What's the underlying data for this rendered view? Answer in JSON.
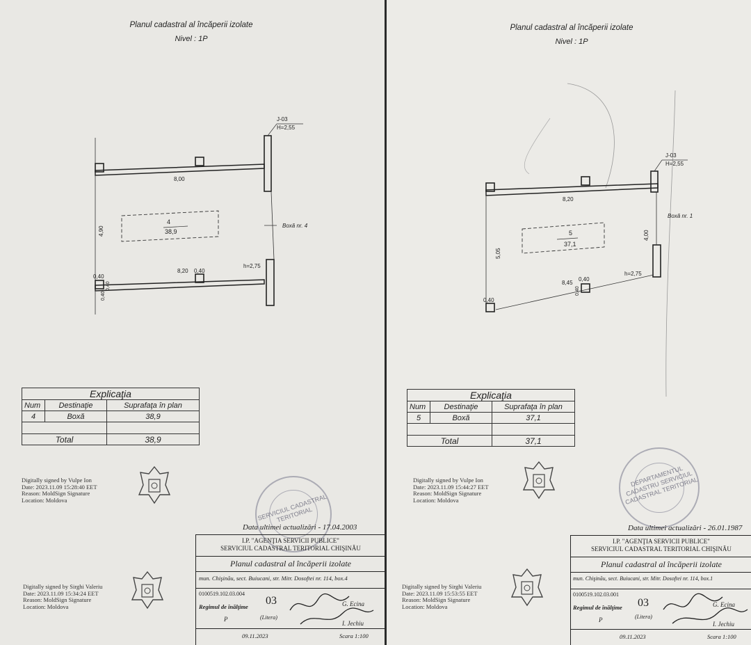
{
  "left": {
    "title": "Planul cadastral al încăperii izolate",
    "level": "Nivel : 1P",
    "plan": {
      "height_mark_1": "J-03",
      "height_mark_2": "H=2,55",
      "top_width": "8,00",
      "bottom_width": "8,20",
      "side_length": "4,90",
      "room_number": "4",
      "room_area": "38,9",
      "box_label": "Boxă nr. 4",
      "wall_height": "h=2,75",
      "pillar_1": "0,40",
      "pillar_2": "0,40",
      "pillar_3": "0,40",
      "pillar_4": "0,40"
    },
    "explication": {
      "header": "Explicaţia",
      "col_num": "Num",
      "col_dest": "Destinaţie",
      "col_area": "Suprafaţa în plan",
      "row_num": "4",
      "row_dest": "Boxă",
      "row_area": "38,9",
      "total_label": "Total",
      "total_value": "38,9"
    },
    "sig1": [
      "Digitally signed by Vulpe Ion",
      "Date: 2023.11.09 15:28:40 EET",
      "Reason: MoldSign Signature",
      "Location: Moldova"
    ],
    "sig2": [
      "Digitally signed by Sirghi Valeriu",
      "Date: 2023.11.09 15:34:24 EET",
      "Reason: MoldSign Signature",
      "Location: Moldova"
    ],
    "stamp_text": "SERVICIUL CADASTRAL TERITORIAL",
    "update_date": "Data ultimei actualizări - 17.04.2003",
    "titleblock": {
      "org1": "I.P. \"AGENŢIA SERVICII PUBLICE\"",
      "org2": "SERVICIUL CADASTRAL TERITORIAL CHIŞINĂU",
      "doc_title": "Planul cadastral al încăperii izolate",
      "address": "mun. Chişinău, sect. Buiucani, str. Mitr. Dosoftei nr. 114, box.4",
      "cad_number": "0100519.102.03.004",
      "litera_value": "03",
      "litera_label": "(Litera)",
      "regime_label": "Regimul de înălţime",
      "regime_value": "P",
      "person1": "G. Ecina",
      "person2": "I. Jechiu",
      "date": "09.11.2023",
      "scale": "Scara 1:100"
    }
  },
  "right": {
    "title": "Planul cadastral al încăperii izolate",
    "level": "Nivel : 1P",
    "plan": {
      "height_mark_1": "J-03",
      "height_mark_2": "H=2,55",
      "top_width": "8,20",
      "bottom_width": "8,45",
      "left_length": "5,05",
      "right_length": "4,00",
      "room_number": "5",
      "room_area": "37,1",
      "box_label": "Boxă nr. 1",
      "wall_height": "h=2,75",
      "pillar_1": "0,40",
      "pillar_2": "0,40",
      "pillar_3": "0,40"
    },
    "explication": {
      "header": "Explicaţia",
      "col_num": "Num",
      "col_dest": "Destinaţie",
      "col_area": "Suprafaţa în plan",
      "row_num": "5",
      "row_dest": "Boxă",
      "row_area": "37,1",
      "total_label": "Total",
      "total_value": "37,1"
    },
    "sig1": [
      "Digitally signed by Vulpe Ion",
      "Date: 2023.11.09 15:44:27 EET",
      "Reason: MoldSign Signature",
      "Location: Moldova"
    ],
    "sig2": [
      "Digitally signed by Sirghi Valeriu",
      "Date: 2023.11.09 15:53:55 EET",
      "Reason: MoldSign Signature",
      "Location: Moldova"
    ],
    "stamp_text": "DEPARTAMENTUL CADASTRU SERVICIUL CADASTRAL TERITORIAL",
    "update_date": "Data ultimei actualizări - 26.01.1987",
    "titleblock": {
      "org1": "I.P. \"AGENŢIA SERVICII PUBLICE\"",
      "org2": "SERVICIUL CADASTRAL TERITORIAL CHIŞINĂU",
      "doc_title": "Planul cadastral al încăperii izolate",
      "address": "mun. Chişinău, sect. Buiucani, str. Mitr. Dosoftei nr. 114, box.1",
      "cad_number": "0100519.102.03.001",
      "litera_value": "03",
      "litera_label": "(Litera)",
      "regime_label": "Regimul de înălţime",
      "regime_value": "P",
      "person1": "G. Ecina",
      "person2": "I. Jechiu",
      "date": "09.11.2023",
      "scale": "Scara 1:100"
    }
  }
}
